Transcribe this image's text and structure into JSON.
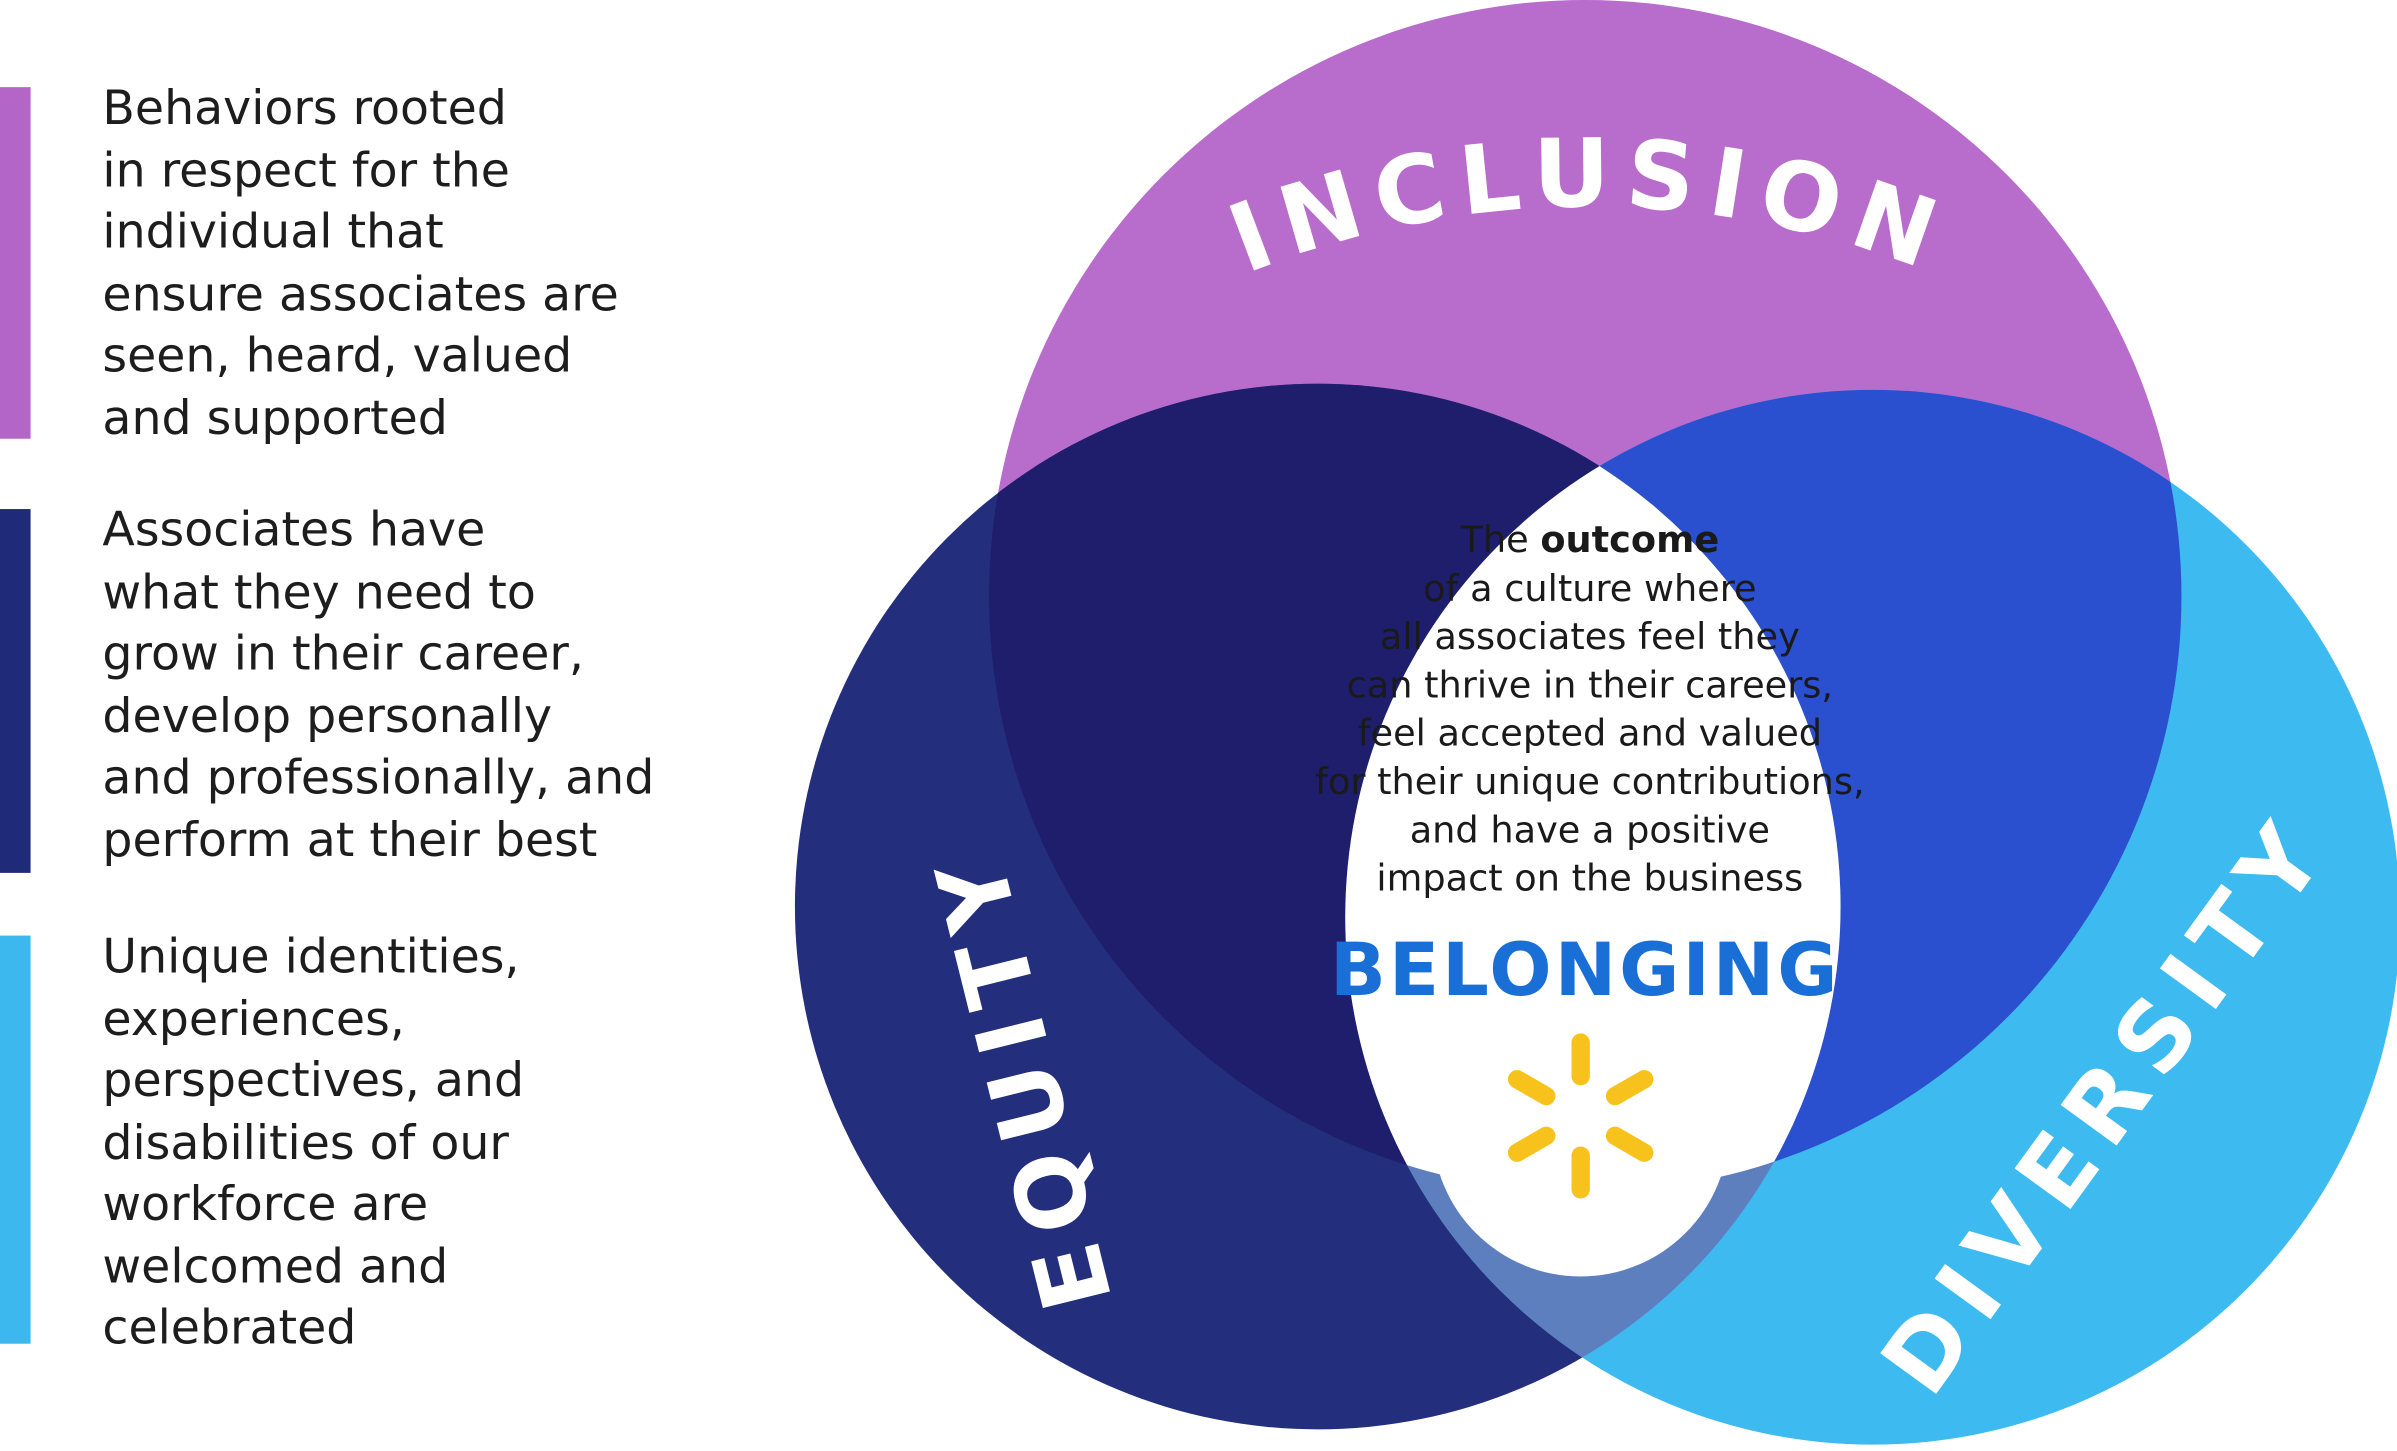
{
  "legend": [
    {
      "color": "#b466c8",
      "lines": [
        "Behaviors rooted",
        "in respect for the",
        "individual that",
        "ensure associates are",
        "seen, heard, valued",
        "and supported"
      ]
    },
    {
      "color": "#1f2a78",
      "lines": [
        "Associates have",
        "what they need to",
        "grow in their career,",
        "develop personally",
        "and professionally, and",
        "perform at their best"
      ]
    },
    {
      "color": "#3db8ef",
      "lines": [
        "Unique identities,",
        "experiences,",
        "perspectives, and",
        "disabilities of our",
        "workforce are",
        "welcomed and",
        "celebrated"
      ]
    }
  ],
  "venn": {
    "inclusion": {
      "label": "INCLUSION",
      "color": "#b86ccb"
    },
    "equity": {
      "label": "EQUITY",
      "color": "#232f7c"
    },
    "diversity": {
      "label": "DIVERSITY",
      "color": "#3dbaf0"
    },
    "inclusion_equity_color": "#1e1e6c",
    "inclusion_diversity_color": "#2a4fcf",
    "equity_diversity_color": "#5e7fbe",
    "center": {
      "intro_plain": "The ",
      "intro_bold": "outcome",
      "lines": [
        "of a culture where",
        "all associates feel they",
        "can thrive in their careers,",
        "feel accepted and valued",
        "for their unique contributions,",
        "and have a positive",
        "impact on the business"
      ],
      "title": "BELONGING",
      "title_color": "#1a6fd6",
      "spark_color": "#f8c21c",
      "icon": "walmart-spark-icon"
    }
  }
}
